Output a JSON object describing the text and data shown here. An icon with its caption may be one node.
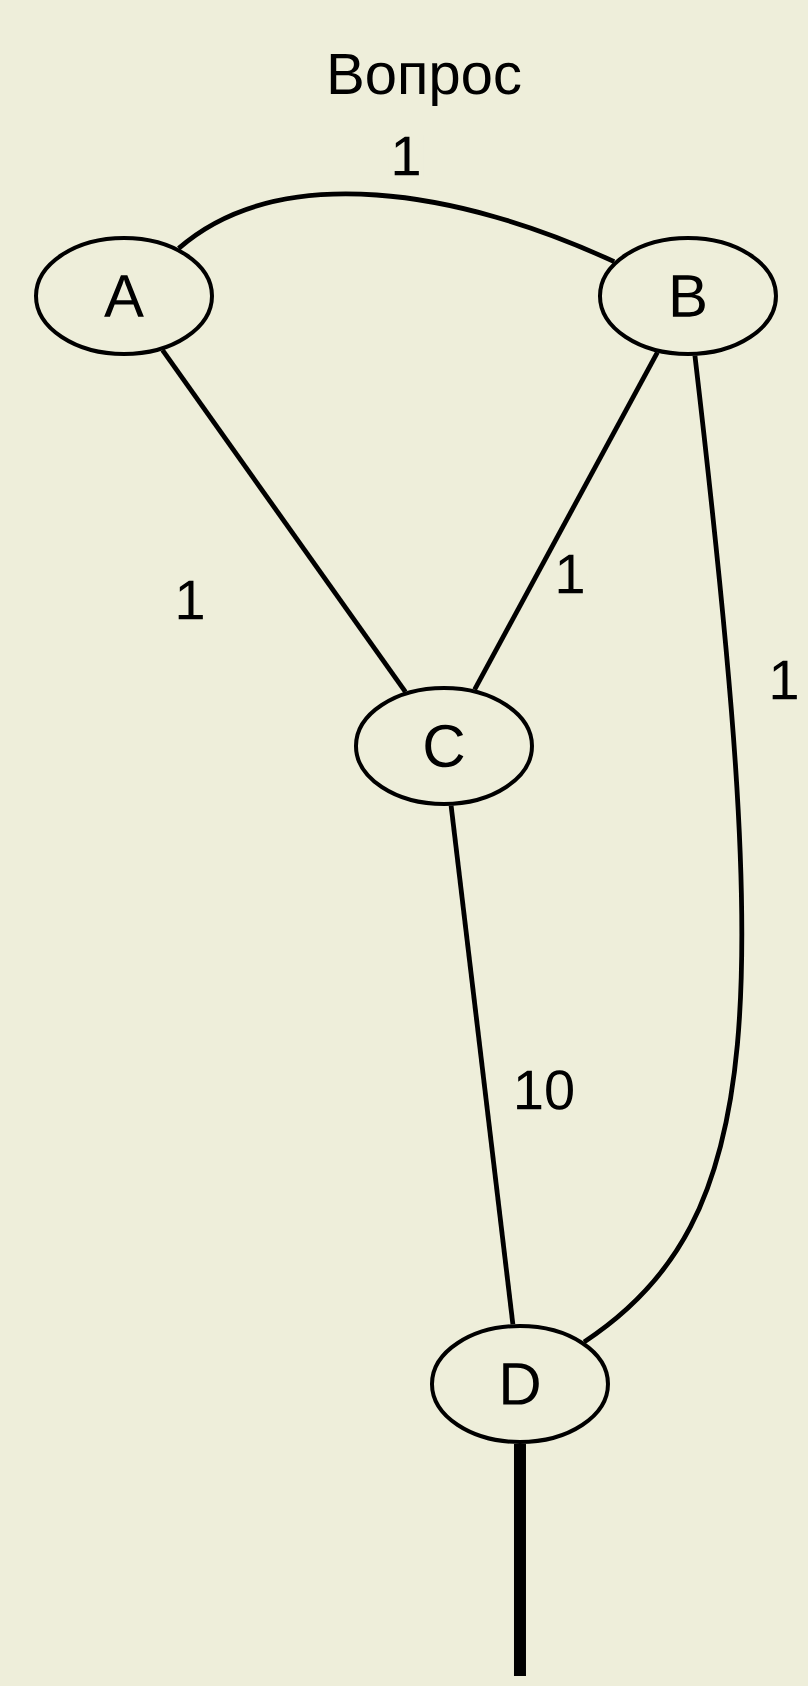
{
  "diagram": {
    "title": "Вопрос",
    "nodes": [
      {
        "text": [
          "A"
        ]
      },
      {
        "text": [
          "B"
        ]
      },
      {
        "text": [
          "C"
        ]
      },
      {
        "text": [
          "D"
        ]
      }
    ],
    "edges": [
      {
        "from": 0,
        "to": 1,
        "arrow": "none",
        "label": "1"
      },
      {
        "from": 0,
        "to": 2,
        "arrow": "none",
        "label": "1"
      },
      {
        "from": 1,
        "to": 2,
        "arrow": "none",
        "label": "1"
      },
      {
        "from": 1,
        "to": 3,
        "arrow": "none",
        "label": "1"
      },
      {
        "from": 2,
        "to": 3,
        "arrow": "none",
        "label": "10"
      },
      {
        "from": 3,
        "to": null,
        "arrow": "none",
        "style": "thick"
      }
    ]
  }
}
